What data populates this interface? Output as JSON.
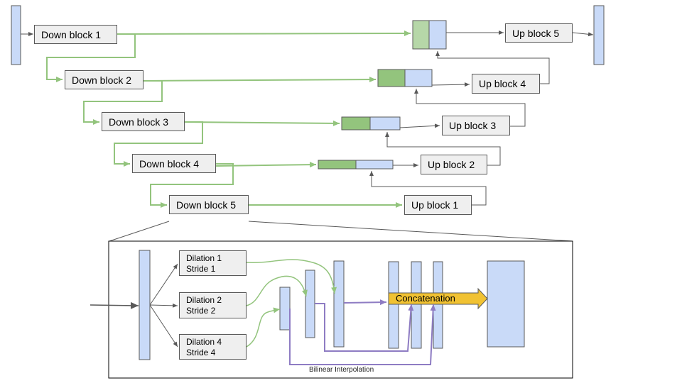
{
  "down_blocks": [
    "Down block 1",
    "Down block 2",
    "Down block 3",
    "Down block 4",
    "Down block 5"
  ],
  "up_blocks": [
    "Up block 5",
    "Up block 4",
    "Up block 3",
    "Up block 2",
    "Up block 1"
  ],
  "dilation_blocks": [
    {
      "line1": "Dilation 1",
      "line2": "Stride 1"
    },
    {
      "line1": "Dilation 2",
      "line2": "Stride 2"
    },
    {
      "line1": "Dilation 4",
      "line2": "Stride 4"
    }
  ],
  "concatenation_label": "Concatenation",
  "bilinear_label": "Bilinear Interpolation",
  "colors": {
    "green_arrow": "#93c47d",
    "purple_arrow": "#8e7cc3",
    "light_blue": "#c9daf8",
    "green_fill": "#93c47d",
    "light_green_fill": "#b6d7a8",
    "gray_box": "#efefef",
    "concat_fill": "#f1c232",
    "dark_line": "#595959"
  }
}
